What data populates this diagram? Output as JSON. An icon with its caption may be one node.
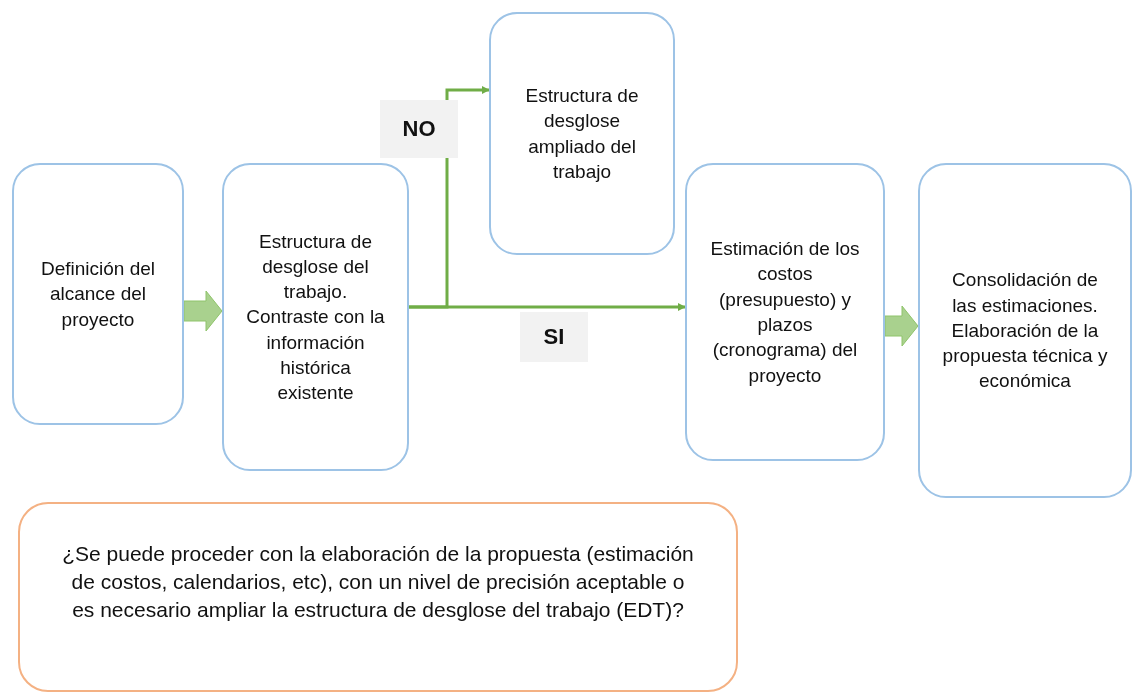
{
  "diagram": {
    "nodes": [
      {
        "text": [
          "Definición del alcance del proyecto"
        ]
      },
      {
        "text": [
          "Estructura de desglose del trabajo. Contraste con la información histórica existente"
        ]
      },
      {
        "text": [
          "Estructura de desglose ampliado del trabajo"
        ]
      },
      {
        "text": [
          "Estimación de los costos (presupuesto) y plazos (cronograma) del proyecto"
        ]
      },
      {
        "text": [
          "Consolidación de las estimaciones. Elaboración de la propuesta técnica y económica"
        ]
      },
      {
        "text": [
          "¿Se puede proceder con la elaboración de la propuesta (estimación de costos, calendarios, etc), con un nivel de precisión aceptable o es necesario ampliar la estructura de desglose del trabajo (EDT)?"
        ]
      }
    ],
    "edges": [
      {
        "from": 0,
        "to": 1,
        "arrow": "to",
        "style": "thick"
      },
      {
        "from": 1,
        "to": 2,
        "arrow": "to",
        "label": "NO"
      },
      {
        "from": 1,
        "to": 3,
        "arrow": "to",
        "label": "SI"
      },
      {
        "from": 3,
        "to": 4,
        "arrow": "to",
        "style": "thick"
      }
    ]
  }
}
